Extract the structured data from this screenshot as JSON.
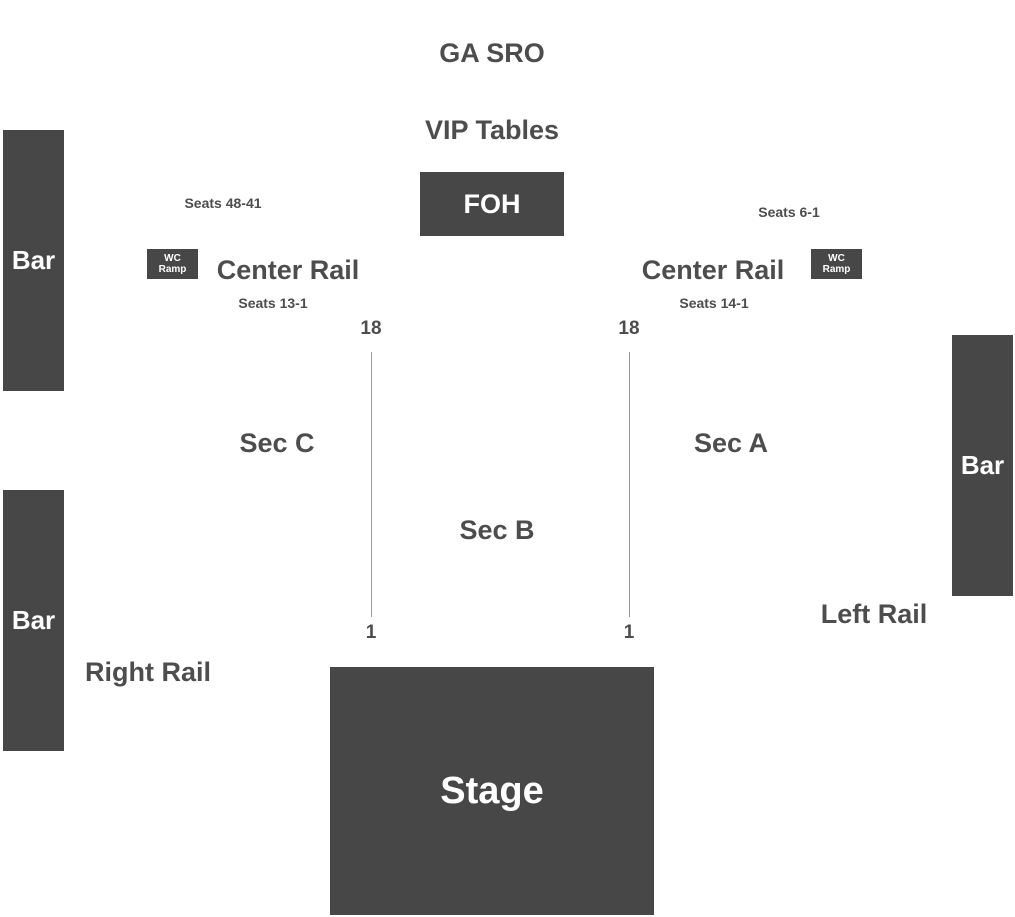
{
  "areas": {
    "ga_sro": "GA SRO",
    "vip_tables": "VIP Tables",
    "foh": "FOH",
    "stage": "Stage",
    "bar_left_top": "Bar",
    "bar_left_bottom": "Bar",
    "bar_right": "Bar"
  },
  "ramps": {
    "left": {
      "line1": "WC",
      "line2": "Ramp"
    },
    "right": {
      "line1": "WC",
      "line2": "Ramp"
    }
  },
  "rails": {
    "center_left": "Center Rail",
    "center_right": "Center Rail",
    "right_rail": "Right Rail",
    "left_rail": "Left Rail"
  },
  "seats": {
    "upper_left": "Seats 48-41",
    "upper_right": "Seats 6-1",
    "lower_left": "Seats 13-1",
    "lower_right": "Seats 14-1"
  },
  "sections": {
    "a": "Sec A",
    "b": "Sec B",
    "c": "Sec C"
  },
  "rows": {
    "left_top": "18",
    "left_bottom": "1",
    "right_top": "18",
    "right_bottom": "1"
  }
}
